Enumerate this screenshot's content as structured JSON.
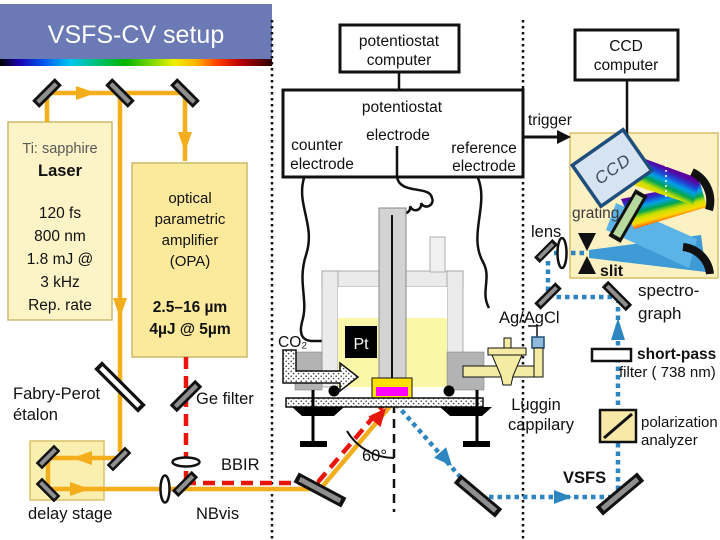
{
  "slide": {
    "title": "VSFS-CV setup"
  },
  "computers": {
    "potentiostat": {
      "line1": "potentiostat",
      "line2": "computer"
    },
    "ccd": {
      "line1": "CCD",
      "line2": "computer"
    }
  },
  "potentiostat_box": {
    "title": "potentiostat",
    "counter_line1": "counter",
    "counter_line2": "electrode",
    "working": "electrode",
    "reference_line1": "reference",
    "reference_line2": "electrode"
  },
  "trigger": "trigger",
  "laser": {
    "type": "Ti: sapphire",
    "name": "Laser",
    "spec1": "120 fs",
    "spec2": "800 nm",
    "spec3": "1.8 mJ @",
    "spec4": "3 kHz",
    "spec5": "Rep. rate"
  },
  "opa": {
    "line1": "optical",
    "line2": "parametric",
    "line3": "amplifier",
    "line4": "(OPA)",
    "out1": "2.5–16 µm",
    "out2": "4µJ @ 5µm"
  },
  "optics": {
    "fabry1": "Fabry-Perot",
    "fabry2": "étalon",
    "ge_filter": "Ge filter",
    "bbir": "BBIR",
    "nbvis": "NBvis",
    "delay_stage": "delay stage",
    "lens": "lens",
    "grating": "grating",
    "slit": "slit",
    "ccd_chip": "CCD",
    "spectro1": "spectro-",
    "spectro2": "graph",
    "shortpass1": "short-pass",
    "shortpass2": "filter ( 738 nm)",
    "pol1": "polarization",
    "pol2": "analyzer",
    "vsfs": "VSFS",
    "angle": "60°"
  },
  "cell": {
    "co2": "CO₂",
    "pt": "Pt",
    "ag_agcl": "Ag/AgCl",
    "luggin1": "Luggin",
    "luggin2": "cappilary"
  },
  "colors": {
    "title_bg": "#6B79B5",
    "title_text": "#FFFFFF",
    "beam_nbvis": "#F4AE1C",
    "beam_ir": "#E8150A",
    "beam_vsfs": "#2E86C1",
    "box_yellow": "#FBEFAF",
    "liquid": "#FAF8A8",
    "electrode_magenta": "#FF00FF",
    "holder_yellow": "#FFE000",
    "ccd_fill": "#D6E4F2",
    "ccd_border": "#1F4E7C",
    "grating_green": "#B7D99E"
  }
}
